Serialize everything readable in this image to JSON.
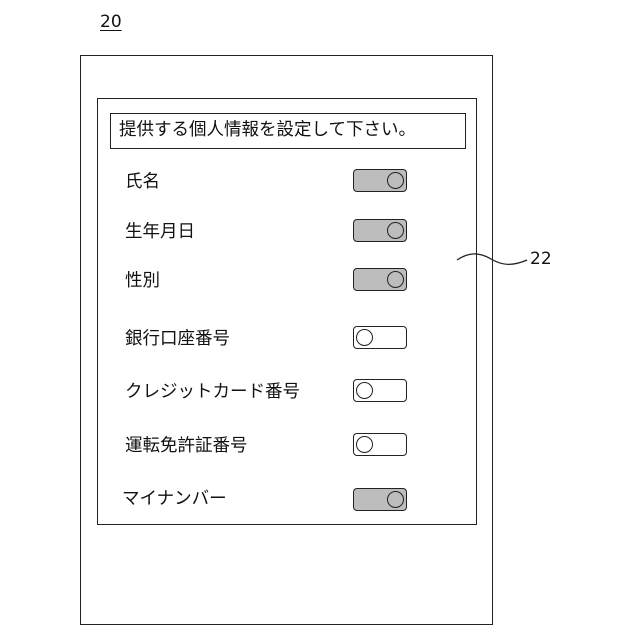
{
  "figure_number": "20",
  "reference_number": "22",
  "instruction": "提供する個人情報を設定して下さい。",
  "items": [
    {
      "label": "氏名",
      "enabled": true
    },
    {
      "label": "生年月日",
      "enabled": true
    },
    {
      "label": "性別",
      "enabled": true
    },
    {
      "label": "銀行口座番号",
      "enabled": false
    },
    {
      "label": "クレジットカード番号",
      "enabled": false
    },
    {
      "label": "運転免許証番号",
      "enabled": false
    },
    {
      "label": "マイナンバー",
      "enabled": true
    }
  ]
}
